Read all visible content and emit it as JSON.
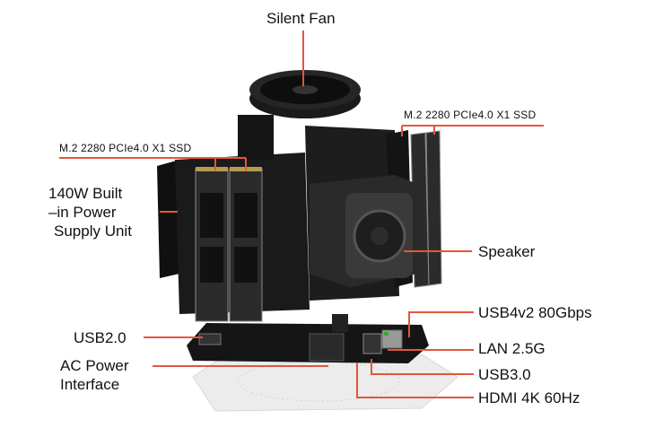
{
  "labels": {
    "fan": "Silent Fan",
    "ssd_left": "M.2 2280 PCIe4.0 X1 SSD",
    "ssd_right": "M.2 2280 PCIe4.0 X1 SSD",
    "psu_line1": "140W Built",
    "psu_line2": "–in Power",
    "psu_line3": "Supply Unit",
    "speaker": "Speaker",
    "usb2": "USB2.0",
    "ac_line1": "AC Power",
    "ac_line2": "Interface",
    "usb4": "USB4v2 80Gbps",
    "lan": "LAN 2.5G",
    "usb3": "USB3.0",
    "hdmi": "HDMI 4K 60Hz"
  },
  "colors": {
    "leader": "#e2573c",
    "chassis": "#1c1c1e",
    "base": "#eeeeee"
  }
}
